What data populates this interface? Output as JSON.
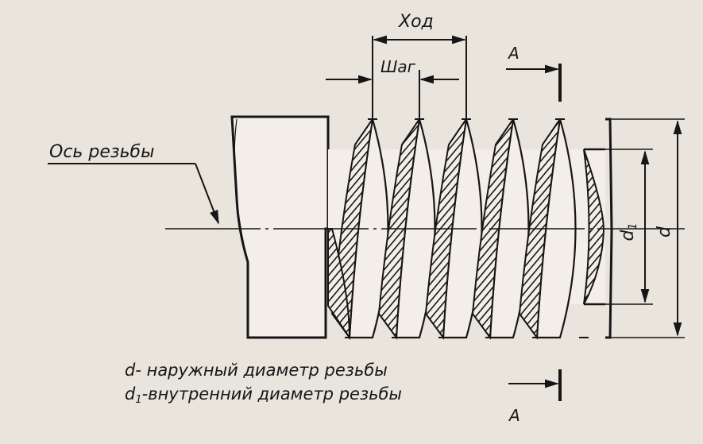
{
  "labels": {
    "lead": "Ход",
    "pitch": "Шаг",
    "axis": "Ось резьбы",
    "section_top": "A",
    "section_bottom": "A",
    "major_symbol": "d",
    "minor_symbol": "d1",
    "minor_symbol_base": "d",
    "minor_symbol_sub": "1"
  },
  "legend": {
    "major_desc": "d- наружный диаметр резьбы",
    "minor_desc_prefix": "d",
    "minor_desc_sub": "1",
    "minor_desc_rest": "-внутренний диаметр резьбы"
  },
  "colors": {
    "ink": "#161616",
    "paper": "#e9e4dc",
    "metal": "#f3efe8"
  }
}
